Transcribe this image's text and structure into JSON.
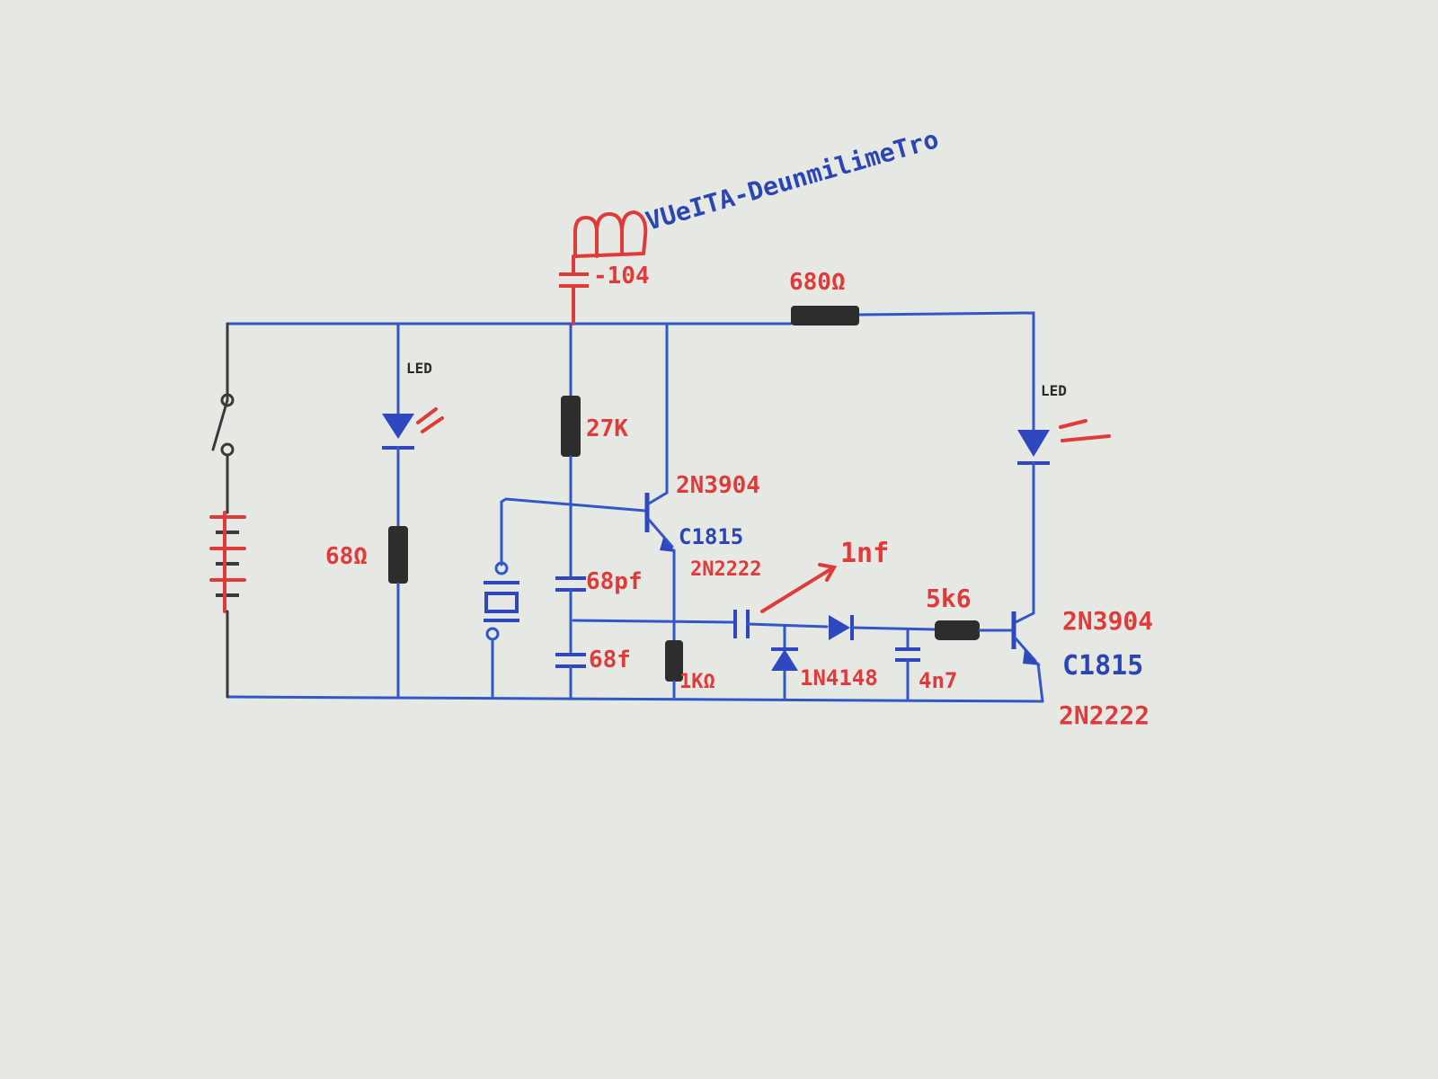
{
  "labels": {
    "coil_note": "VUeITA-DeunmilimeTro",
    "cap_104": "-104",
    "r680": "680Ω",
    "led_left": "LED",
    "led_right": "LED",
    "r27k": "27K",
    "q1_line1": "2N3904",
    "q1_line2": "C1815",
    "q1_line3": "2N2222",
    "cap_68pf": "68pf",
    "cap_68f": "68f",
    "r1k": "1KΩ",
    "r68": "68Ω",
    "cap_1nf": "1nf",
    "r5k6": "5k6",
    "diode": "1N4148",
    "cap_4n7": "4n7",
    "q2_line1": "2N3904",
    "q2_line2": "C1815",
    "q2_line3": "2N2222"
  },
  "colors": {
    "background": "#e6e8e4",
    "wire_blue": "#3457c8",
    "ink_red": "#e03b3b",
    "ink_black": "#2d2d2d"
  }
}
